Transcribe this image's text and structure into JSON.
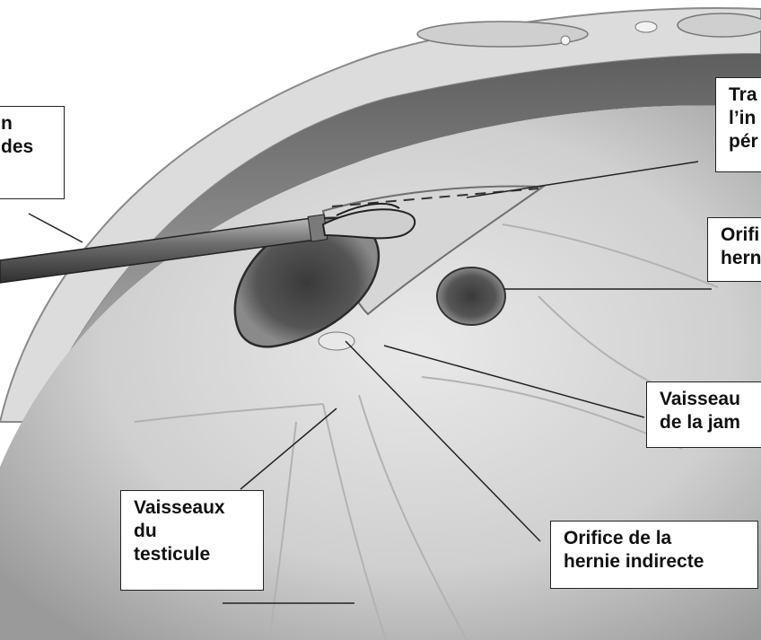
{
  "labels": {
    "top_left": {
      "lines": [
        "n",
        "des"
      ]
    },
    "top_right": {
      "lines": [
        "Tra",
        "l’in",
        "pér"
      ]
    },
    "mid_right": {
      "lines": [
        "Orifi",
        "hern"
      ]
    },
    "vessels_leg": {
      "lines": [
        "Vaisseau",
        "de la jam"
      ]
    },
    "vessels_testicle": {
      "lines": [
        "Vaisseaux",
        "du",
        "testicule"
      ]
    },
    "indirect_hernia": {
      "lines": [
        "Orifice de la",
        "hernie indirecte"
      ]
    }
  }
}
